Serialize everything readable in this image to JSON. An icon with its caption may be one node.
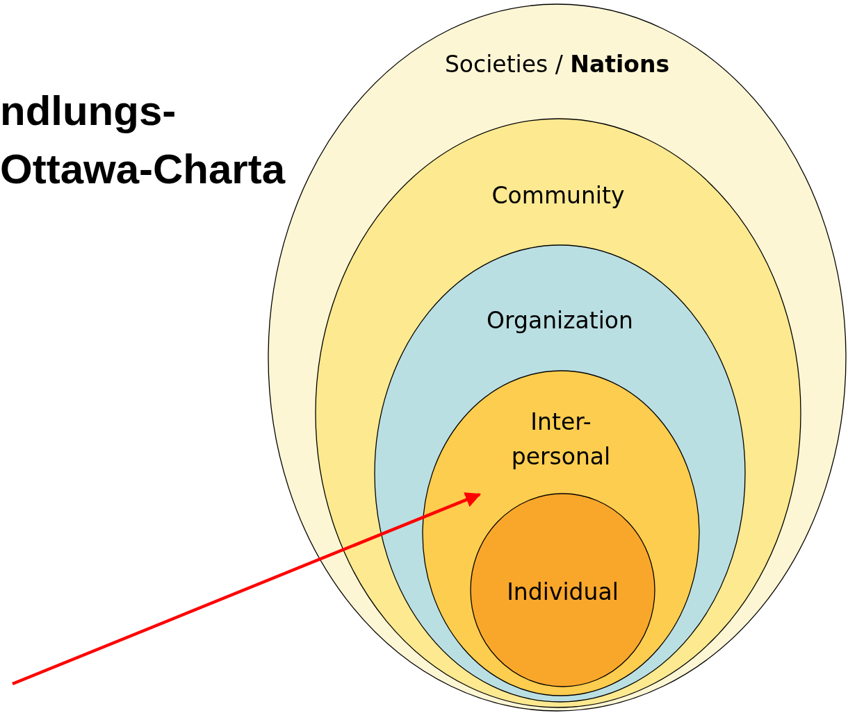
{
  "diagram": {
    "title": "ndlungs- Ottawa-Charta",
    "nodes": [
      {
        "text": [
          "Societies / **Nations**"
        ]
      },
      {
        "text": [
          "Community"
        ],
        "in": 0
      },
      {
        "text": [
          "Organization"
        ],
        "in": 1
      },
      {
        "text": [
          "Inter- personal"
        ],
        "in": 2
      },
      {
        "text": [
          "Individual"
        ],
        "in": 3
      }
    ],
    "edges": [
      {
        "from": null,
        "to": 3,
        "arrow": "to",
        "color": "#ff0000"
      }
    ]
  }
}
